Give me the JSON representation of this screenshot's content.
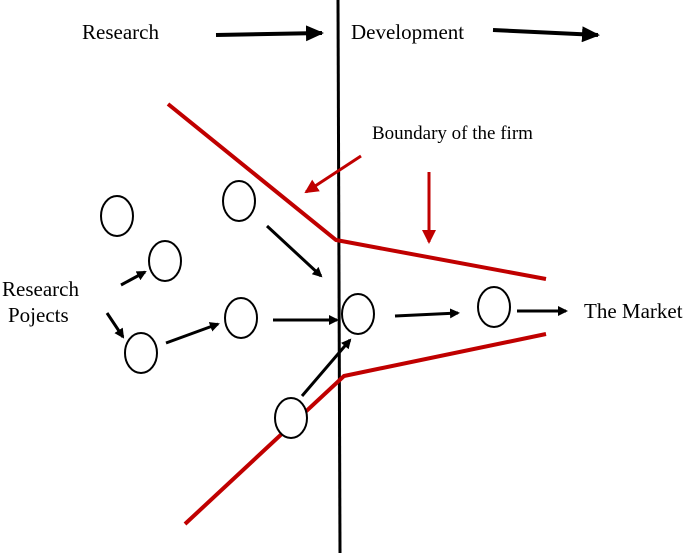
{
  "labels": {
    "research": "Research",
    "development": "Development",
    "boundary": "Boundary of the firm",
    "research_projects_line1": "Research",
    "research_projects_line2": "Pojects",
    "market": "The Market"
  },
  "colors": {
    "ink": "#000000",
    "boundary": "#c00000",
    "paper": "#ffffff"
  }
}
